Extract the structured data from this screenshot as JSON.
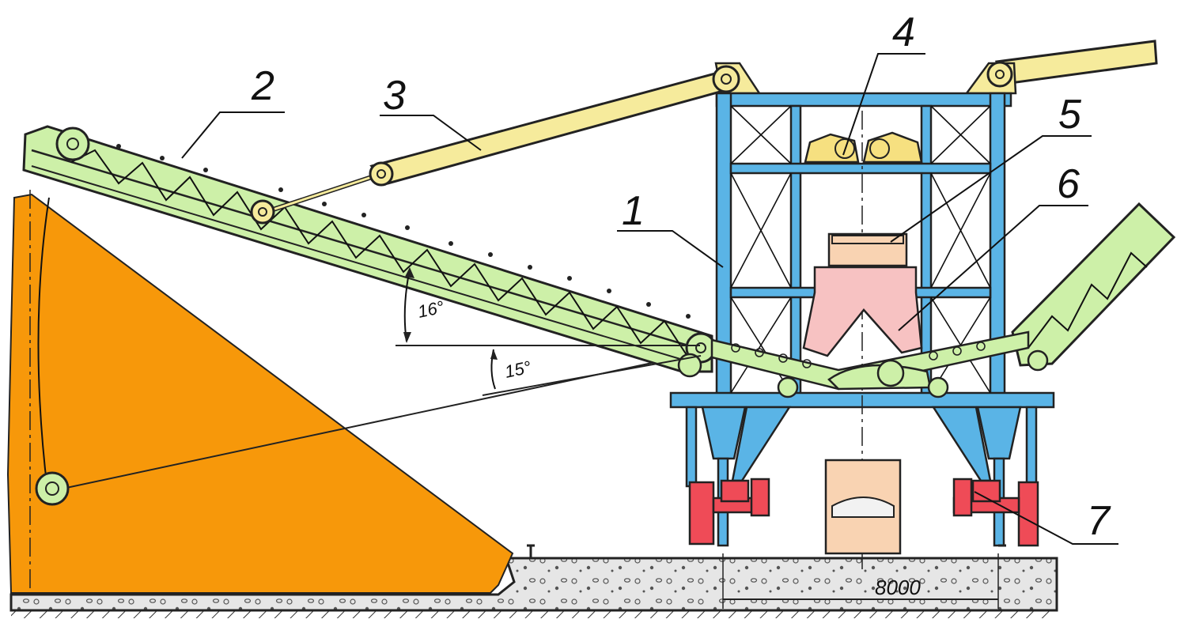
{
  "callouts": {
    "n1": "1",
    "n2": "2",
    "n3": "3",
    "n4": "4",
    "n5": "5",
    "n6": "6",
    "n7": "7"
  },
  "angles": {
    "upper": "16°",
    "lower": "15°"
  },
  "dimension": {
    "span": "8000"
  },
  "colors": {
    "stockpile": "#f7980a",
    "boom": "#cdf0a8",
    "frame": "#5ab4e6",
    "strut": "#f6eb9c",
    "drive": "#f6e080",
    "hopper": "#f9d3b2",
    "chute": "#f7c2c2",
    "bogie": "#ef4b57",
    "ground": "#e4e4e4"
  }
}
